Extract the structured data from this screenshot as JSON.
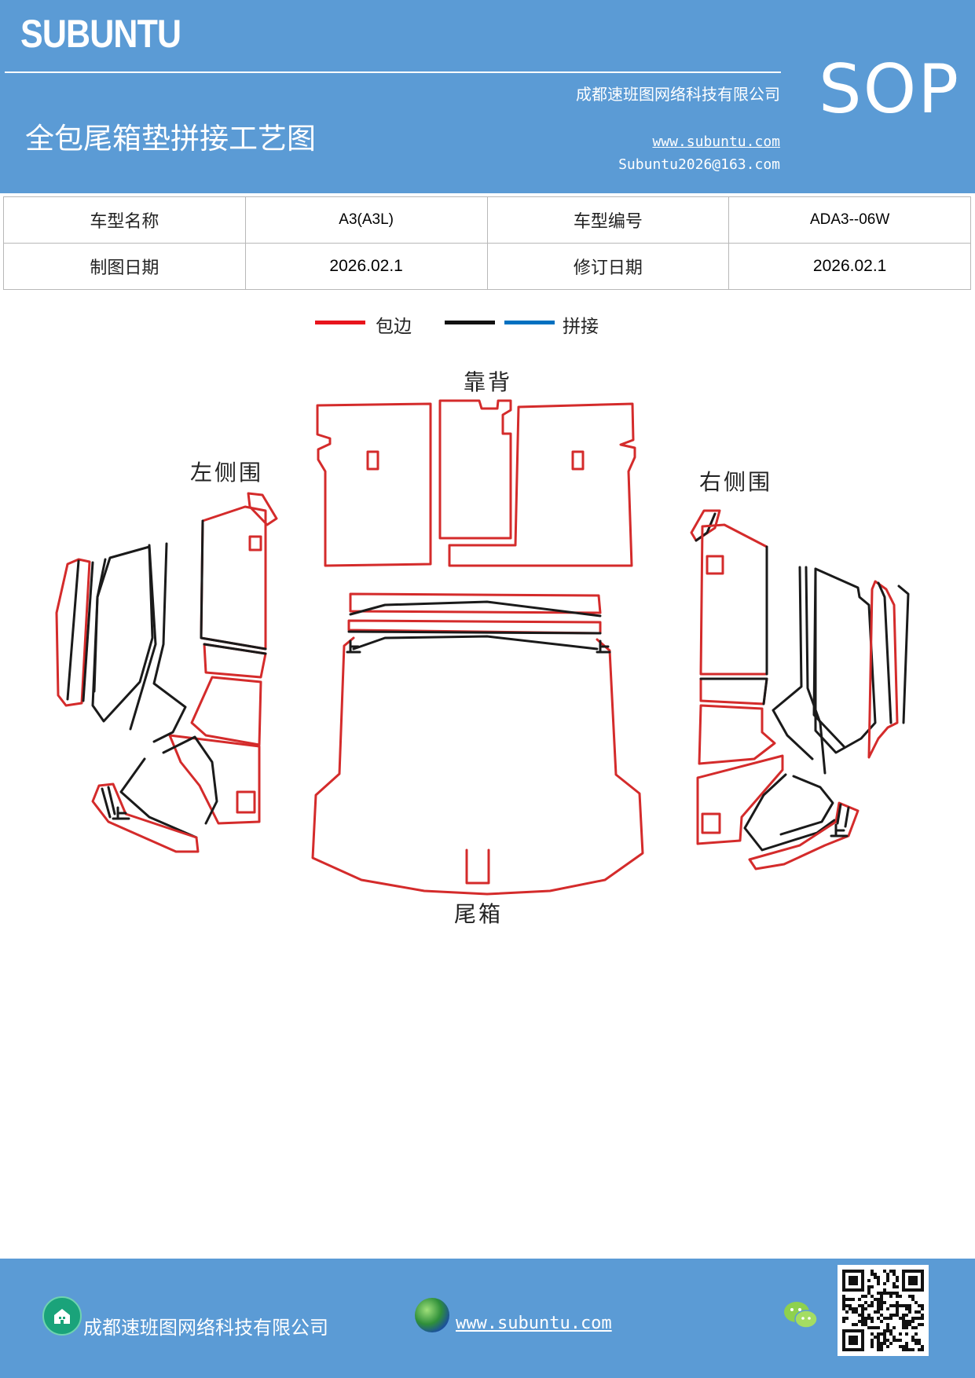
{
  "header": {
    "brand": "SUBUNTU",
    "company": "成都速班图网络科技有限公司",
    "title": "全包尾箱垫拼接工艺图",
    "website": "www.subuntu.com",
    "email": "Subuntu2026@163.com",
    "sop": "SOP"
  },
  "info": {
    "model_name_label": "车型名称",
    "model_name_value": "A3(A3L)",
    "model_code_label": "车型编号",
    "model_code_value": "ADA3--06W",
    "draw_date_label": "制图日期",
    "draw_date_value": "2026.02.1",
    "revise_date_label": "修订日期",
    "revise_date_value": "2026.02.1"
  },
  "legend": {
    "edge_label": "包边",
    "splice_label": "拼接",
    "colors": {
      "edge": "#e8141c",
      "splice_black": "#111111",
      "splice_blue": "#0070c0"
    }
  },
  "diagram": {
    "backrest_label": "靠背",
    "left_side_label": "左侧围",
    "right_side_label": "右侧围",
    "trunk_label": "尾箱"
  },
  "footer": {
    "company": "成都速班图网络科技有限公司",
    "website": "www.subuntu.com "
  }
}
